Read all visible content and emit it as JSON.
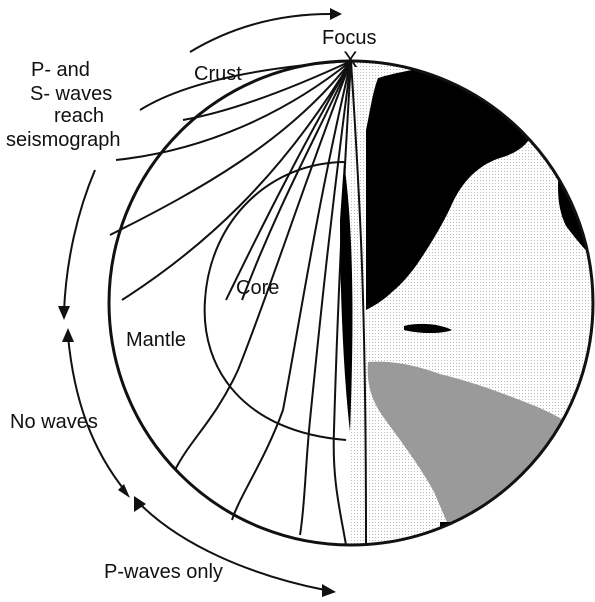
{
  "labels": {
    "focus": "Focus",
    "focus_mark": "X",
    "crust": "Crust",
    "core": "Core",
    "mantle": "Mantle",
    "p_and_s_line1": "P- and",
    "p_and_s_line2": "S- waves",
    "p_and_s_line3": "reach",
    "p_and_s_line4": "seismograph",
    "no_waves": "No waves",
    "p_waves_only": "P-waves only"
  },
  "colors": {
    "outline": "#111111",
    "ocean": "#f3f3f3",
    "land_north": "#000000",
    "land_south": "#9a9a9a"
  }
}
